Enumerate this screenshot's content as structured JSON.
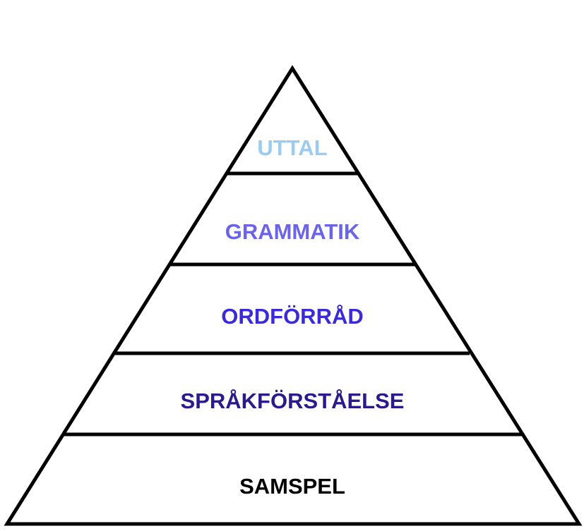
{
  "pyramid": {
    "outline_color": "#000000",
    "levels": [
      {
        "label": "UTTAL",
        "color": "#9ccbf0"
      },
      {
        "label": "GRAMMATIK",
        "color": "#6b64e6"
      },
      {
        "label": "ORDFÖRRÅD",
        "color": "#3a2ad8"
      },
      {
        "label": "SPRÅKFÖRSTÅELSE",
        "color": "#2a1a8c"
      },
      {
        "label": "SAMSPEL",
        "color": "#000000"
      }
    ]
  }
}
